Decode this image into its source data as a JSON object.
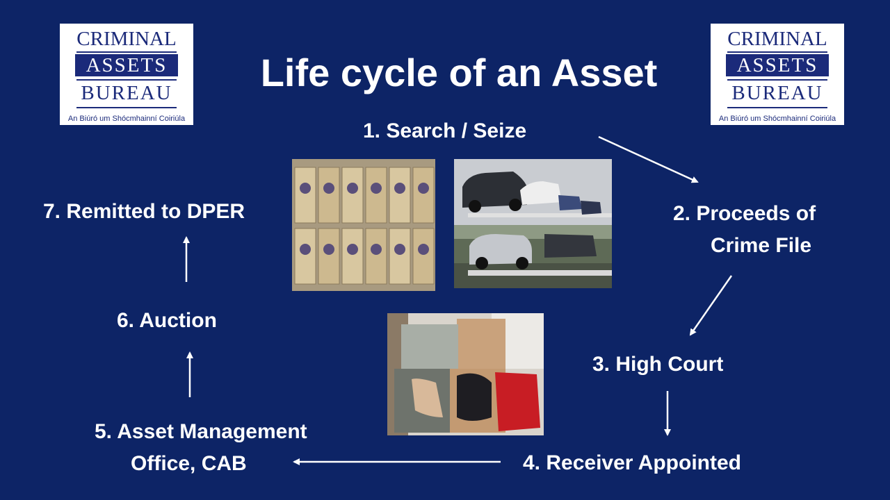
{
  "title": "Life cycle of an Asset",
  "logo": {
    "line1": "CRIMINAL",
    "line2": "ASSETS",
    "line3": "BUREAU",
    "tagline": "An Biúró um Shócmhainní Coiriúla"
  },
  "steps": {
    "s1": "1.  Search / Seize",
    "s2_line1": "2.   Proceeds of",
    "s2_line2": "Crime File",
    "s3": "3.  High Court",
    "s4": "4.  Receiver Appointed",
    "s5_line1": "5.   Asset Management",
    "s5_line2": "Office, CAB",
    "s6": "6.  Auction",
    "s7": "7. Remitted to DPER"
  },
  "images": {
    "cash": "cash-bags-photo",
    "cars": "car-transporter-photo",
    "shoes": "designer-shoes-photo"
  },
  "colors": {
    "background": "#0d2466",
    "text": "#ffffff",
    "logo_blue": "#1b2a7a"
  }
}
